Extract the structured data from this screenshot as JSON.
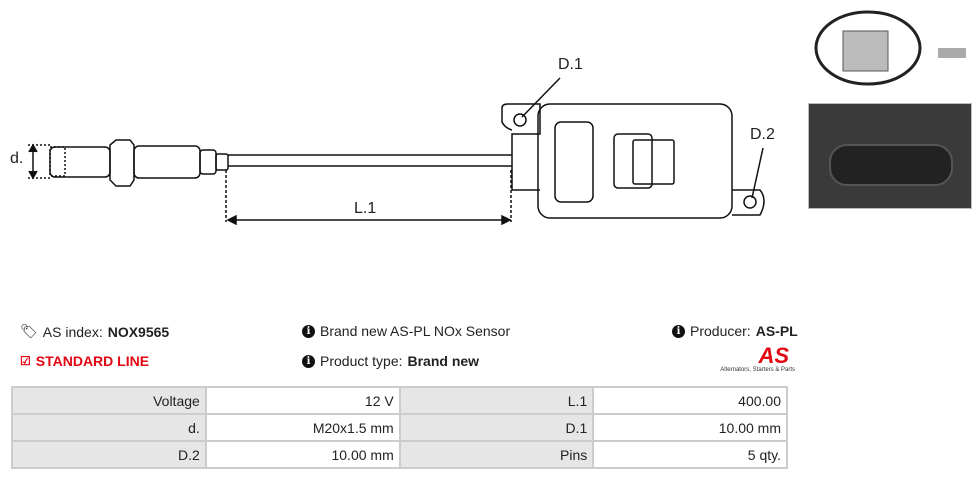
{
  "diagram": {
    "labels": {
      "d": "d.",
      "l1": "L.1",
      "d1": "D.1",
      "d2": "D.2"
    }
  },
  "info": {
    "as_index_label": "AS index:",
    "as_index_value": "NOX9565",
    "standard_line": "STANDARD LINE",
    "description": "Brand new AS-PL NOx Sensor",
    "product_type_label": "Product type:",
    "product_type_value": "Brand new",
    "producer_label": "Producer:",
    "producer_value": "AS-PL",
    "logo_text": "AS",
    "logo_tagline": "Alternators, Starters & Parts"
  },
  "specs": [
    [
      {
        "k": "Voltage",
        "v": "12 V"
      },
      {
        "k": "L.1",
        "v": "400.00"
      }
    ],
    [
      {
        "k": "d.",
        "v": "M20x1.5 mm"
      },
      {
        "k": "D.1",
        "v": "10.00 mm"
      }
    ],
    [
      {
        "k": "D.2",
        "v": "10.00 mm"
      },
      {
        "k": "Pins",
        "v": "5 qty."
      }
    ]
  ],
  "colors": {
    "accent": "#e30613"
  }
}
